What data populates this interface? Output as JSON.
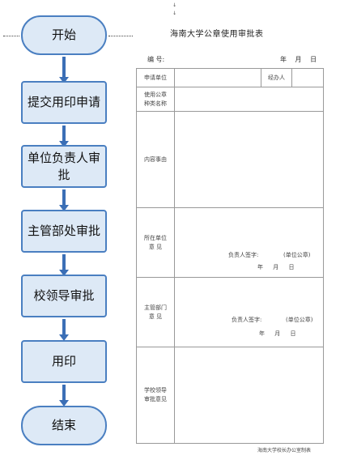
{
  "flowchart": {
    "start": "开始",
    "step1": "提交用印申请",
    "step2": "单位负责人审批",
    "step3": "主管部处审批",
    "step4": "校领导审批",
    "step5": "用印",
    "end": "结束"
  },
  "form": {
    "top_mark": "↓",
    "title": "海南大学公章使用审批表",
    "number_label": "编 号:",
    "date_label": "年 月 日",
    "rows": {
      "applicant_unit": "申请单位",
      "handler": "经办人",
      "seal_type_line1": "使用公章",
      "seal_type_line2": "种类名称",
      "content": "内容事由",
      "unit_opinion_line1": "所在单位",
      "unit_opinion_line2": "意 见",
      "dept_opinion_line1": "主管部门",
      "dept_opinion_line2": "意 见",
      "leader_opinion_line1": "学校领导",
      "leader_opinion_line2": "审批意见"
    },
    "signature_label": "负责人签字:",
    "unit_seal_note": "(单位公章)",
    "footer": "海南大学校长办公室制表"
  }
}
